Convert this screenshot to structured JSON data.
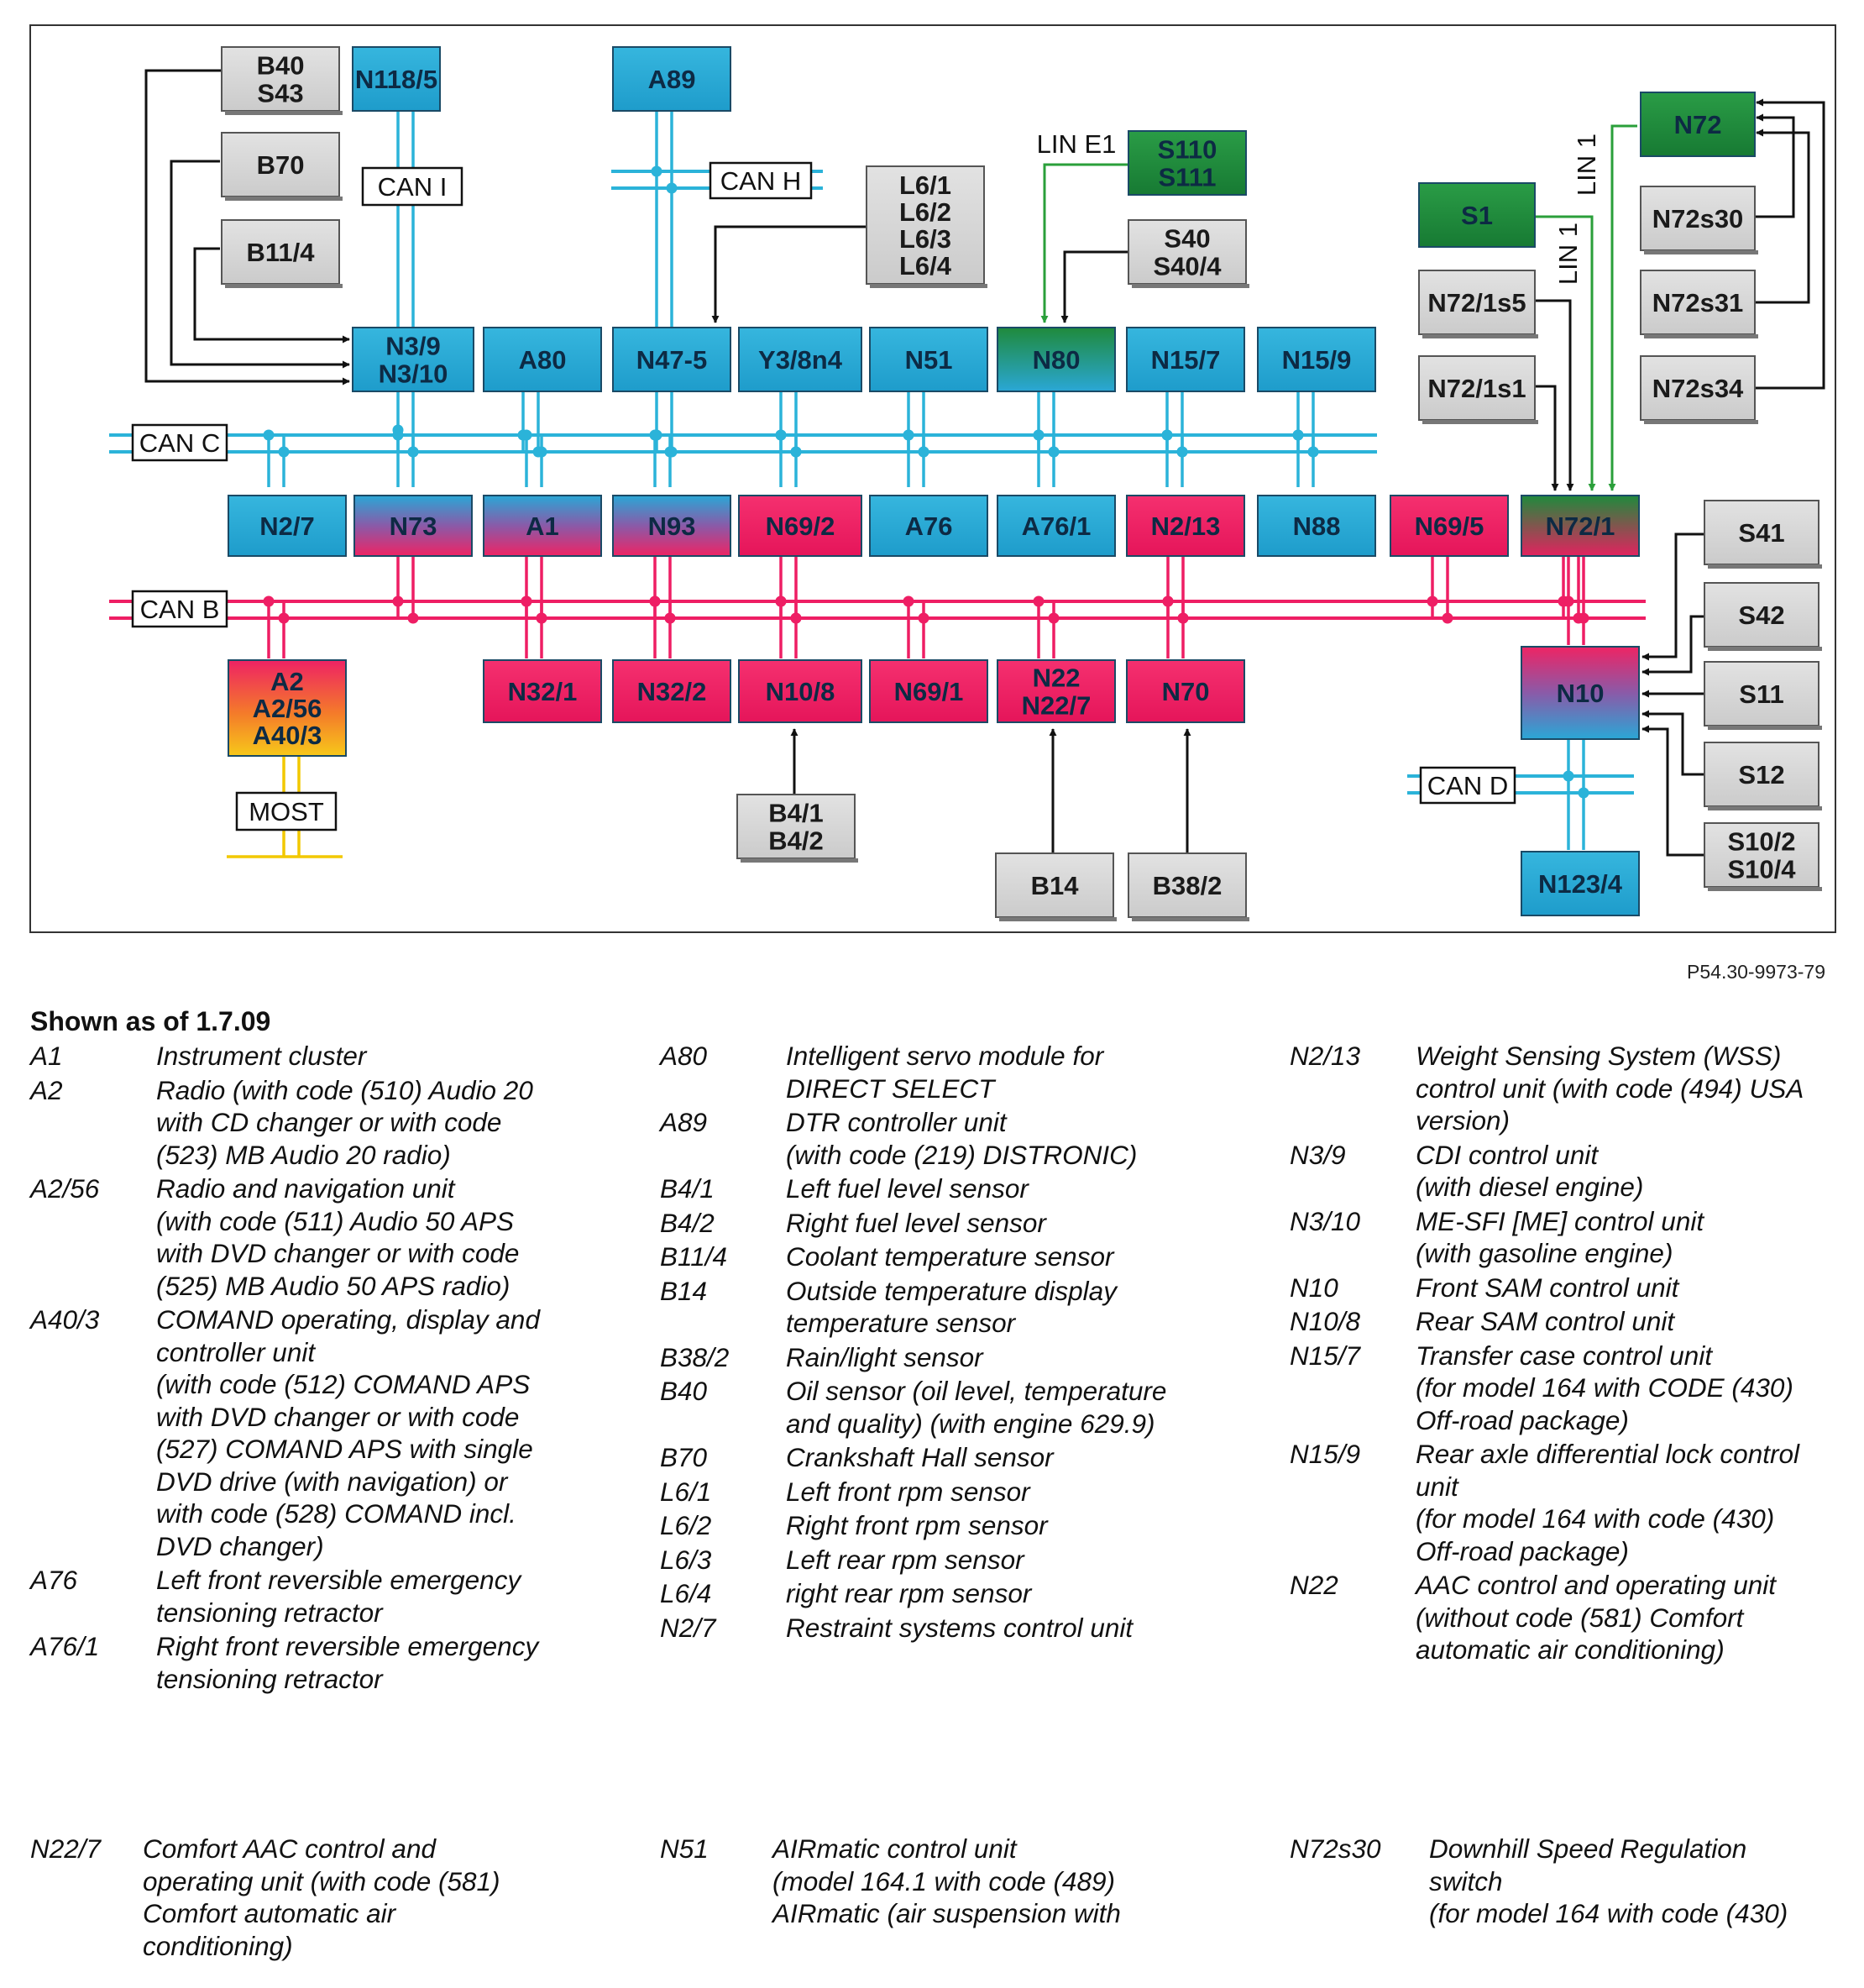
{
  "figure_id": "P54.30-9973-79",
  "colors": {
    "can_c": "#2bb3d9",
    "can_b": "#ee1e64",
    "lin": "#2a9f3a",
    "most": "#f2c800",
    "blue_box": "#25a8d2",
    "pink_box": "#ee2262",
    "green_box": "#1f8a3c",
    "gray_box": "#d6d6d6"
  },
  "buses": {
    "can_c": "CAN C",
    "can_b": "CAN B",
    "can_i": "CAN I",
    "can_h": "CAN H",
    "can_d": "CAN D",
    "lin_e1": "LIN E1",
    "lin_1a": "LIN 1",
    "lin_1b": "LIN 1",
    "most": "MOST"
  },
  "modules": {
    "n3_9": [
      "N3/9",
      "N3/10"
    ],
    "a80": [
      "A80"
    ],
    "n47_5": [
      "N47-5"
    ],
    "y3_8n4": [
      "Y3/8n4"
    ],
    "n51": [
      "N51"
    ],
    "n80": [
      "N80"
    ],
    "n15_7": [
      "N15/7"
    ],
    "n15_9": [
      "N15/9"
    ],
    "n118_5": [
      "N118/5"
    ],
    "a89": [
      "A89"
    ],
    "n2_7": [
      "N2/7"
    ],
    "n73": [
      "N73"
    ],
    "a1": [
      "A1"
    ],
    "n93": [
      "N93"
    ],
    "n69_2": [
      "N69/2"
    ],
    "a76": [
      "A76"
    ],
    "a76_1": [
      "A76/1"
    ],
    "n2_13": [
      "N2/13"
    ],
    "n88": [
      "N88"
    ],
    "n69_5": [
      "N69/5"
    ],
    "n72_1": [
      "N72/1"
    ],
    "a2": [
      "A2",
      "A2/56",
      "A40/3"
    ],
    "n32_1": [
      "N32/1"
    ],
    "n32_2": [
      "N32/2"
    ],
    "n10_8": [
      "N10/8"
    ],
    "n69_1": [
      "N69/1"
    ],
    "n22": [
      "N22",
      "N22/7"
    ],
    "n70": [
      "N70"
    ],
    "n10": [
      "N10"
    ],
    "n123_4": [
      "N123/4"
    ],
    "s110": [
      "S110",
      "S111"
    ],
    "n72": [
      "N72"
    ],
    "s1": [
      "S1"
    ],
    "b40": [
      "B40",
      "S43"
    ],
    "b70": [
      "B70"
    ],
    "b11_4": [
      "B11/4"
    ],
    "l6": [
      "L6/1",
      "L6/2",
      "L6/3",
      "L6/4"
    ],
    "s40": [
      "S40",
      "S40/4"
    ],
    "n72_1s5": [
      "N72/1s5"
    ],
    "n72_1s1": [
      "N72/1s1"
    ],
    "n72s30": [
      "N72s30"
    ],
    "n72s31": [
      "N72s31"
    ],
    "n72s34": [
      "N72s34"
    ],
    "s41": [
      "S41"
    ],
    "s42": [
      "S42"
    ],
    "s11": [
      "S11"
    ],
    "s12": [
      "S12"
    ],
    "s10_2": [
      "S10/2",
      "S10/4"
    ],
    "b4_1": [
      "B4/1",
      "B4/2"
    ],
    "b14": [
      "B14"
    ],
    "b38_2": [
      "B38/2"
    ]
  },
  "legend": {
    "heading": "Shown as of 1.7.09",
    "col1": [
      {
        "code": "A1",
        "desc": "Instrument cluster"
      },
      {
        "code": "A2",
        "desc": "Radio (with code (510) Audio 20\nwith CD changer or with code\n(523) MB Audio 20 radio)"
      },
      {
        "code": "A2/56",
        "desc": "Radio and navigation unit\n(with code (511) Audio 50 APS\nwith DVD changer or with code\n(525) MB Audio 50 APS radio)"
      },
      {
        "code": "A40/3",
        "desc": "COMAND operating, display and\ncontroller unit\n(with code (512) COMAND APS\nwith DVD changer or with code\n(527) COMAND APS with single\nDVD drive (with navigation) or\nwith code (528) COMAND incl.\nDVD changer)"
      },
      {
        "code": "A76",
        "desc": "Left front reversible emergency\ntensioning retractor"
      },
      {
        "code": "A76/1",
        "desc": "Right front reversible emergency\ntensioning retractor"
      }
    ],
    "col2": [
      {
        "code": "A80",
        "desc": "Intelligent servo module for\nDIRECT SELECT"
      },
      {
        "code": "A89",
        "desc": "DTR controller unit\n(with code (219) DISTRONIC)"
      },
      {
        "code": "B4/1",
        "desc": "Left fuel level sensor"
      },
      {
        "code": "B4/2",
        "desc": "Right fuel level sensor"
      },
      {
        "code": "B11/4",
        "desc": "Coolant temperature sensor"
      },
      {
        "code": "B14",
        "desc": "Outside temperature display\ntemperature sensor"
      },
      {
        "code": "B38/2",
        "desc": "Rain/light sensor"
      },
      {
        "code": "B40",
        "desc": "Oil sensor (oil level, temperature\nand quality) (with engine 629.9)"
      },
      {
        "code": "B70",
        "desc": "Crankshaft Hall sensor"
      },
      {
        "code": "L6/1",
        "desc": "Left front rpm sensor"
      },
      {
        "code": "L6/2",
        "desc": "Right front rpm sensor"
      },
      {
        "code": "L6/3",
        "desc": "Left rear rpm sensor"
      },
      {
        "code": "L6/4",
        "desc": "right rear rpm sensor"
      },
      {
        "code": "N2/7",
        "desc": "Restraint systems control unit"
      }
    ],
    "col3": [
      {
        "code": "N2/13",
        "desc": "Weight Sensing System (WSS)\ncontrol unit (with code (494) USA\nversion)"
      },
      {
        "code": "N3/9",
        "desc": "CDI control unit\n(with diesel engine)"
      },
      {
        "code": "N3/10",
        "desc": "ME-SFI [ME] control unit\n(with gasoline engine)"
      },
      {
        "code": "N10",
        "desc": "Front SAM control unit"
      },
      {
        "code": "N10/8",
        "desc": "Rear SAM control unit"
      },
      {
        "code": "N15/7",
        "desc": "Transfer case control unit\n(for model 164 with CODE (430)\nOff-road package)"
      },
      {
        "code": "N15/9",
        "desc": "Rear axle differential lock control\nunit\n(for model 164 with code (430)\nOff-road package)"
      },
      {
        "code": "N22",
        "desc": "AAC control and operating unit\n(without code (581) Comfort\nautomatic air conditioning)"
      }
    ],
    "bottom1": [
      {
        "code": "N22/7",
        "desc": "Comfort AAC control and\noperating unit (with code (581)\nComfort automatic air\nconditioning)"
      }
    ],
    "bottom2": [
      {
        "code": "N51",
        "desc": "AIRmatic control unit\n(model 164.1 with code (489)\nAIRmatic (air suspension with"
      }
    ],
    "bottom3": [
      {
        "code": "N72s30",
        "desc": "Downhill Speed Regulation\nswitch\n(for model 164 with code (430)"
      }
    ]
  }
}
